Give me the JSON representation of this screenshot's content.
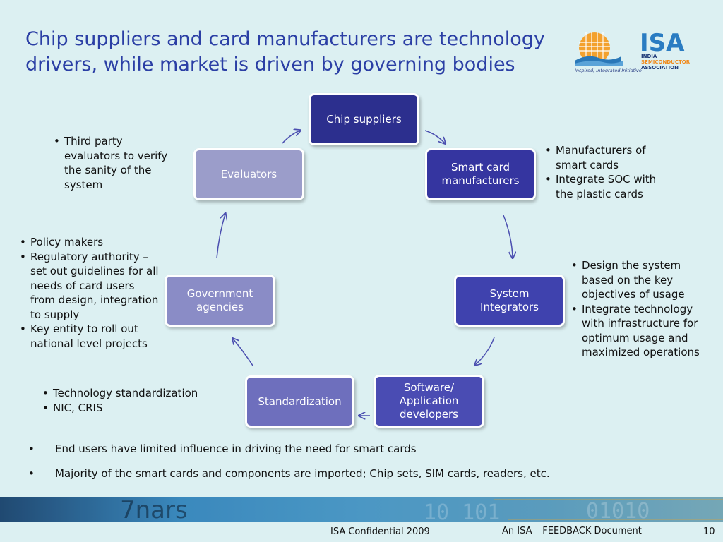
{
  "header": {
    "title": "Chip suppliers and card manufacturers are technology drivers, while market is driven by governing bodies"
  },
  "logo": {
    "abbr": "ISA",
    "line1": "INDIA",
    "line2": "SEMICONDUCTOR",
    "line3": "ASSOCIATION",
    "tagline": "Inspired, Integrated Initiative"
  },
  "diagram": {
    "nodes": {
      "chip_suppliers": "Chip suppliers",
      "smart_card_manufacturers": "Smart card manufacturers",
      "system_integrators": "System Integrators",
      "software_developers": "Software/ Application developers",
      "standardization": "Standardization",
      "government_agencies": "Government agencies",
      "evaluators": "Evaluators"
    },
    "colors": {
      "chip_suppliers": "#2c2f8e",
      "smart_card_manufacturers": "#3535a0",
      "system_integrators": "#3f42ae",
      "software_developers": "#4a4cb3",
      "standardization": "#6e6fbd",
      "government_agencies": "#8a8cc6",
      "evaluators": "#9b9dca",
      "arrow": "#4b4fb0"
    }
  },
  "notes": {
    "evaluators": [
      "Third party evaluators to verify the sanity of the system"
    ],
    "manufacturers": [
      "Manufacturers of smart cards",
      "Integrate SOC with the plastic cards"
    ],
    "government": [
      "Policy makers",
      "Regulatory authority – set out guidelines for all needs of card users from design, integration to supply",
      "Key entity to roll out national level projects"
    ],
    "integrators": [
      "Design the system based on the key objectives of usage",
      "Integrate technology with infrastructure for optimum usage and maximized operations"
    ],
    "standardization": [
      "Technology standardization",
      "NIC, CRIS"
    ]
  },
  "bottom_points": [
    "End users have limited influence in driving the need for smart cards",
    "Majority of the smart cards and components are imported; Chip sets, SIM cards, readers, etc."
  ],
  "footer": {
    "confidential": "ISA Confidential 2009",
    "document": "An ISA – FEEDBACK Document",
    "page_number": "10"
  }
}
